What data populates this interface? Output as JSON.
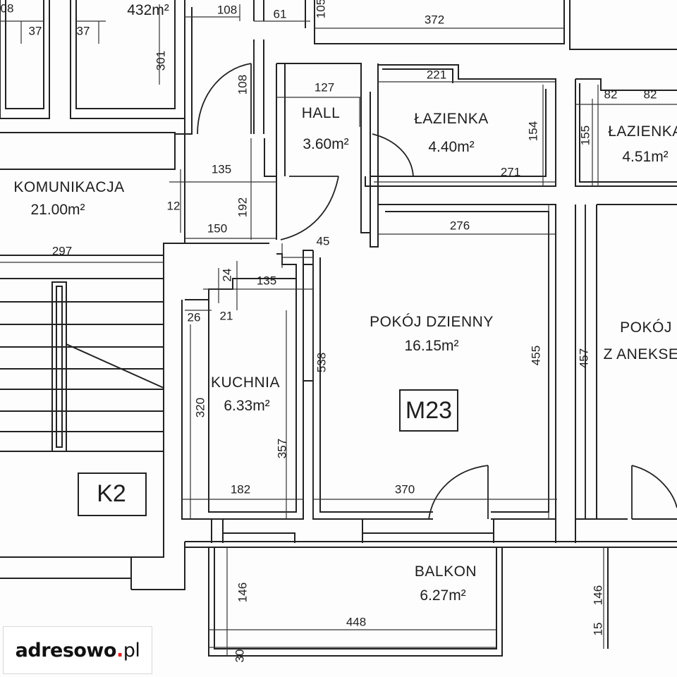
{
  "rooms": {
    "komunikacja": {
      "name": "KOMUNIKACJA",
      "area": "21.00m²"
    },
    "hall": {
      "name": "HALL",
      "area": "3.60m²"
    },
    "lazienka1": {
      "name": "ŁAZIENKA",
      "area": "4.40m²"
    },
    "lazienka2": {
      "name": "ŁAZIENKA",
      "area": "4.51m²"
    },
    "kuchnia": {
      "name": "KUCHNIA",
      "area": "6.33m²"
    },
    "pokoj_dzienny": {
      "name": "POKÓJ DZIENNY",
      "area": "16.15m²"
    },
    "pokoj_aneks": {
      "name_line1": "POKÓJ",
      "name_line2": "Z ANEKSEM"
    },
    "balkon": {
      "name": "BALKON",
      "area": "6.27m²"
    },
    "partial_top": {
      "area": "432m²"
    }
  },
  "tags": {
    "unit": "M23",
    "stair": "K2"
  },
  "dimensions": {
    "top_08": "08",
    "top_37a": "37",
    "top_37b": "37",
    "top_301": "301",
    "top_108": "108",
    "top_61": "61",
    "top_108v": "108",
    "top_105": "105",
    "top_372": "372",
    "hall_127": "127",
    "laz_221": "221",
    "laz_154": "154",
    "laz_271": "271",
    "laz2_82a": "82",
    "laz2_82b": "82",
    "laz2_155": "155",
    "hall_135": "135",
    "hall_12": "12",
    "hall_192": "192",
    "hall_150": "150",
    "stair_297": "297",
    "d_45": "45",
    "d_276": "276",
    "k_24": "24",
    "k_135": "135",
    "k_26": "26",
    "k_21": "21",
    "k_538": "538",
    "k_320": "320",
    "k_357": "357",
    "k_182": "182",
    "p_455": "455",
    "p_370": "370",
    "p_457": "457",
    "b_146a": "146",
    "b_448": "448",
    "b_146b": "146",
    "b_15": "15",
    "b_30": "30"
  },
  "branding": {
    "name": "adresowo",
    "dot": ".",
    "tld": "pl"
  }
}
